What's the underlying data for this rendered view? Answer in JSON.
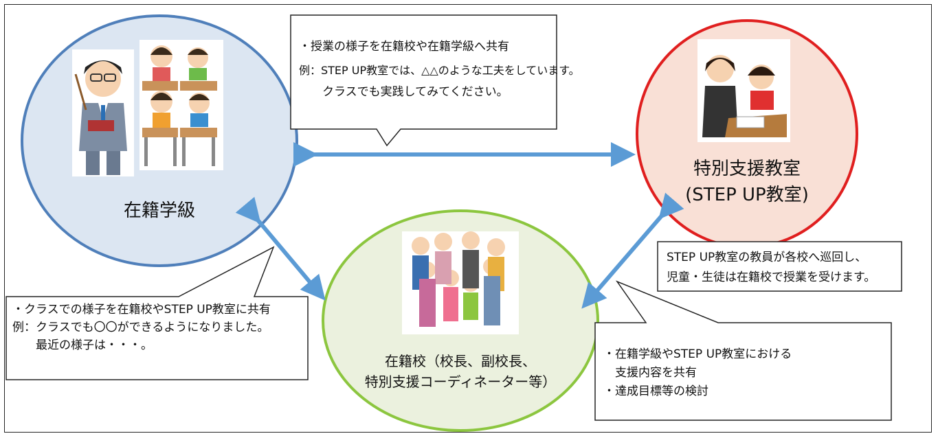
{
  "nodes": {
    "classroom": {
      "label": "在籍学級"
    },
    "special": {
      "line1": "特別支援教室",
      "line2": "(STEP UP教室)"
    },
    "school": {
      "line1": "在籍校（校長、副校長、",
      "line2": "特別支援コーディネーター等）"
    }
  },
  "callouts": {
    "top": {
      "line1": "・授業の様子を在籍校や在籍学級へ共有",
      "line2": "例：STEP UP教室では、△△のような工夫をしています。",
      "line3": "　　クラスでも実践してみてください。"
    },
    "left": {
      "line1": "・クラスでの様子を在籍校やSTEP UP教室に共有",
      "line2": "例：クラスでも〇〇ができるようになりました。",
      "line3": "　　最近の様子は・・・。"
    },
    "right_info": {
      "line1": "STEP UP教室の教員が各校へ巡回し、",
      "line2": "児童・生徒は在籍校で授業を受けます。"
    },
    "bottom_right": {
      "line1": "・在籍学級やSTEP UP教室における",
      "line2": "　支援内容を共有",
      "line3": "・達成目標等の検討"
    }
  },
  "colors": {
    "classroom_fill": "#dce6f2",
    "classroom_stroke": "#4f7fba",
    "special_fill": "#f9e0d6",
    "special_stroke": "#e01f1f",
    "school_fill": "#ebf1de",
    "school_stroke": "#8cc63f",
    "arrow": "#5b9bd5"
  },
  "illustrations": {
    "teacher": "teacher-illustration",
    "students": "students-illustration",
    "tutor": "tutoring-illustration",
    "staff": "school-staff-illustration"
  }
}
